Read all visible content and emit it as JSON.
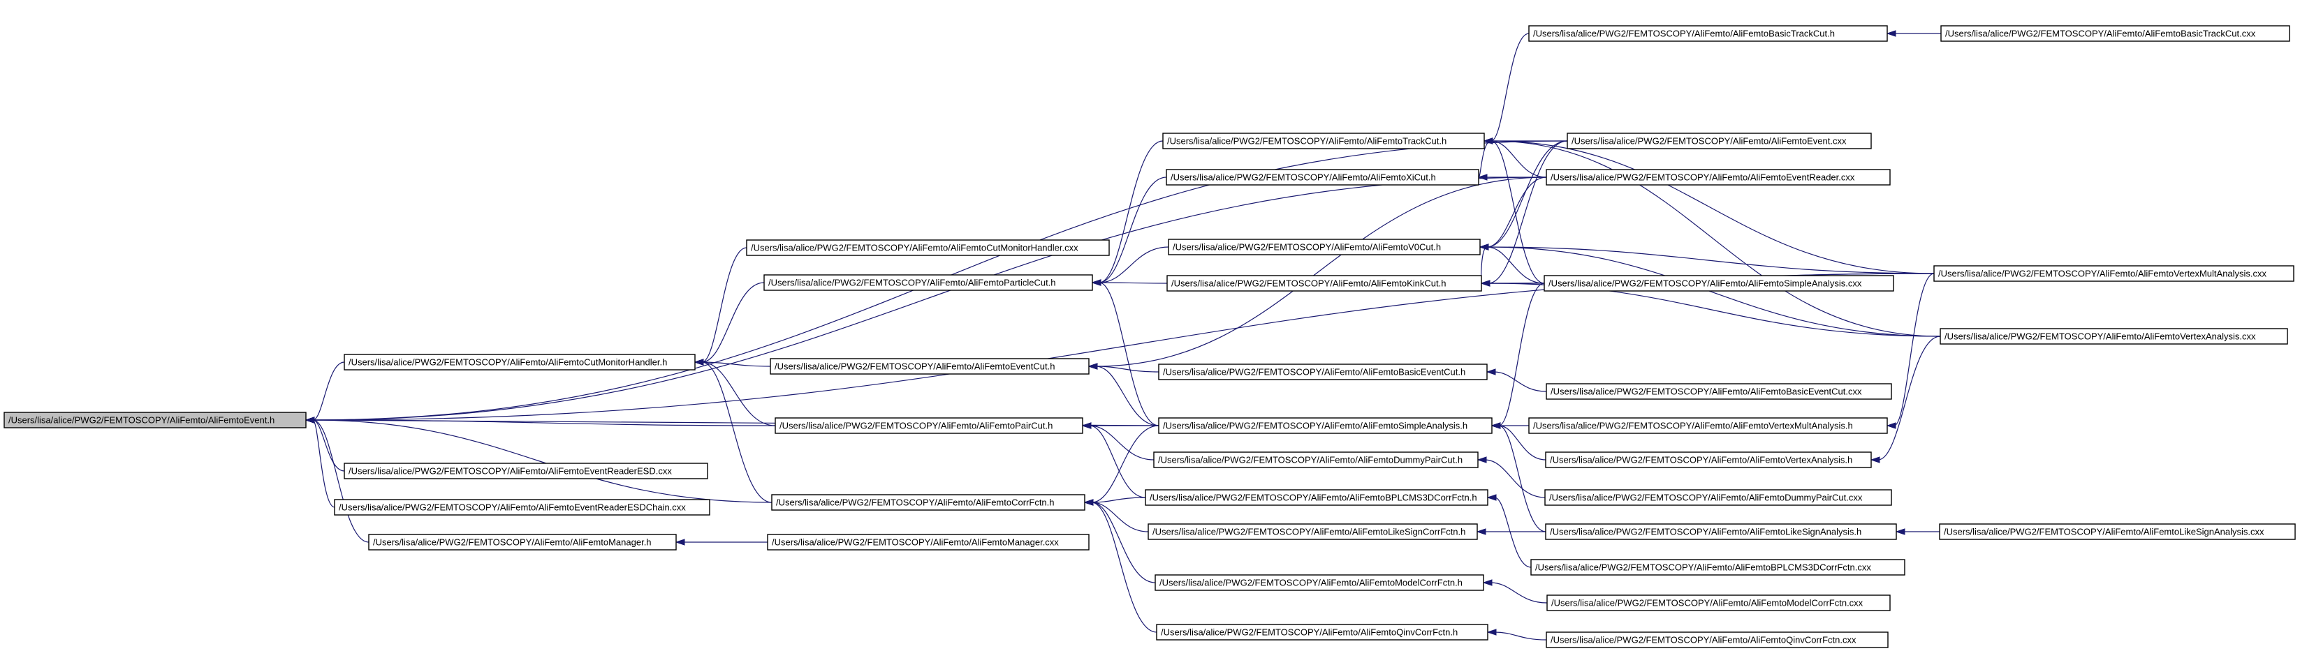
{
  "graph": {
    "nodes": [
      {
        "id": "n0",
        "label": "/Users/lisa/alice/PWG2/FEMTOSCOPY/AliFemto/AliFemtoEvent.h",
        "root": true
      },
      {
        "id": "n1",
        "label": "/Users/lisa/alice/PWG2/FEMTOSCOPY/AliFemto/AliFemtoCutMonitorHandler.h"
      },
      {
        "id": "n2",
        "label": "/Users/lisa/alice/PWG2/FEMTOSCOPY/AliFemto/AliFemtoEventReaderESD.cxx"
      },
      {
        "id": "n3",
        "label": "/Users/lisa/alice/PWG2/FEMTOSCOPY/AliFemto/AliFemtoEventReaderESDChain.cxx"
      },
      {
        "id": "n4",
        "label": "/Users/lisa/alice/PWG2/FEMTOSCOPY/AliFemto/AliFemtoManager.h"
      },
      {
        "id": "n5",
        "label": "/Users/lisa/alice/PWG2/FEMTOSCOPY/AliFemto/AliFemtoCutMonitorHandler.cxx"
      },
      {
        "id": "n6",
        "label": "/Users/lisa/alice/PWG2/FEMTOSCOPY/AliFemto/AliFemtoParticleCut.h"
      },
      {
        "id": "n7",
        "label": "/Users/lisa/alice/PWG2/FEMTOSCOPY/AliFemto/AliFemtoEventCut.h"
      },
      {
        "id": "n8",
        "label": "/Users/lisa/alice/PWG2/FEMTOSCOPY/AliFemto/AliFemtoPairCut.h"
      },
      {
        "id": "n9",
        "label": "/Users/lisa/alice/PWG2/FEMTOSCOPY/AliFemto/AliFemtoCorrFctn.h"
      },
      {
        "id": "n10",
        "label": "/Users/lisa/alice/PWG2/FEMTOSCOPY/AliFemto/AliFemtoManager.cxx"
      },
      {
        "id": "n11",
        "label": "/Users/lisa/alice/PWG2/FEMTOSCOPY/AliFemto/AliFemtoTrackCut.h"
      },
      {
        "id": "n12",
        "label": "/Users/lisa/alice/PWG2/FEMTOSCOPY/AliFemto/AliFemtoXiCut.h"
      },
      {
        "id": "n13",
        "label": "/Users/lisa/alice/PWG2/FEMTOSCOPY/AliFemto/AliFemtoV0Cut.h"
      },
      {
        "id": "n14",
        "label": "/Users/lisa/alice/PWG2/FEMTOSCOPY/AliFemto/AliFemtoKinkCut.h"
      },
      {
        "id": "n15",
        "label": "/Users/lisa/alice/PWG2/FEMTOSCOPY/AliFemto/AliFemtoBasicEventCut.h"
      },
      {
        "id": "n16",
        "label": "/Users/lisa/alice/PWG2/FEMTOSCOPY/AliFemto/AliFemtoSimpleAnalysis.h"
      },
      {
        "id": "n17",
        "label": "/Users/lisa/alice/PWG2/FEMTOSCOPY/AliFemto/AliFemtoDummyPairCut.h"
      },
      {
        "id": "n18",
        "label": "/Users/lisa/alice/PWG2/FEMTOSCOPY/AliFemto/AliFemtoBPLCMS3DCorrFctn.h"
      },
      {
        "id": "n19",
        "label": "/Users/lisa/alice/PWG2/FEMTOSCOPY/AliFemto/AliFemtoLikeSignCorrFctn.h"
      },
      {
        "id": "n20",
        "label": "/Users/lisa/alice/PWG2/FEMTOSCOPY/AliFemto/AliFemtoModelCorrFctn.h"
      },
      {
        "id": "n21",
        "label": "/Users/lisa/alice/PWG2/FEMTOSCOPY/AliFemto/AliFemtoQinvCorrFctn.h"
      },
      {
        "id": "n22",
        "label": "/Users/lisa/alice/PWG2/FEMTOSCOPY/AliFemto/AliFemtoBasicTrackCut.h"
      },
      {
        "id": "n23",
        "label": "/Users/lisa/alice/PWG2/FEMTOSCOPY/AliFemto/AliFemtoEvent.cxx"
      },
      {
        "id": "n24",
        "label": "/Users/lisa/alice/PWG2/FEMTOSCOPY/AliFemto/AliFemtoEventReader.cxx"
      },
      {
        "id": "n25",
        "label": "/Users/lisa/alice/PWG2/FEMTOSCOPY/AliFemto/AliFemtoSimpleAnalysis.cxx"
      },
      {
        "id": "n26",
        "label": "/Users/lisa/alice/PWG2/FEMTOSCOPY/AliFemto/AliFemtoBasicEventCut.cxx"
      },
      {
        "id": "n27",
        "label": "/Users/lisa/alice/PWG2/FEMTOSCOPY/AliFemto/AliFemtoVertexMultAnalysis.h"
      },
      {
        "id": "n28",
        "label": "/Users/lisa/alice/PWG2/FEMTOSCOPY/AliFemto/AliFemtoVertexAnalysis.h"
      },
      {
        "id": "n29",
        "label": "/Users/lisa/alice/PWG2/FEMTOSCOPY/AliFemto/AliFemtoDummyPairCut.cxx"
      },
      {
        "id": "n30",
        "label": "/Users/lisa/alice/PWG2/FEMTOSCOPY/AliFemto/AliFemtoLikeSignAnalysis.h"
      },
      {
        "id": "n31",
        "label": "/Users/lisa/alice/PWG2/FEMTOSCOPY/AliFemto/AliFemtoBPLCMS3DCorrFctn.cxx"
      },
      {
        "id": "n32",
        "label": "/Users/lisa/alice/PWG2/FEMTOSCOPY/AliFemto/AliFemtoModelCorrFctn.cxx"
      },
      {
        "id": "n33",
        "label": "/Users/lisa/alice/PWG2/FEMTOSCOPY/AliFemto/AliFemtoQinvCorrFctn.cxx"
      },
      {
        "id": "n34",
        "label": "/Users/lisa/alice/PWG2/FEMTOSCOPY/AliFemto/AliFemtoBasicTrackCut.cxx"
      },
      {
        "id": "n35",
        "label": "/Users/lisa/alice/PWG2/FEMTOSCOPY/AliFemto/AliFemtoVertexMultAnalysis.cxx"
      },
      {
        "id": "n36",
        "label": "/Users/lisa/alice/PWG2/FEMTOSCOPY/AliFemto/AliFemtoVertexAnalysis.cxx"
      },
      {
        "id": "n37",
        "label": "/Users/lisa/alice/PWG2/FEMTOSCOPY/AliFemto/AliFemtoLikeSignAnalysis.cxx"
      }
    ],
    "edges": [
      [
        "n0",
        "n1"
      ],
      [
        "n0",
        "n2"
      ],
      [
        "n0",
        "n3"
      ],
      [
        "n0",
        "n4"
      ],
      [
        "n0",
        "n8"
      ],
      [
        "n0",
        "n9"
      ],
      [
        "n0",
        "n23"
      ],
      [
        "n0",
        "n24"
      ],
      [
        "n0",
        "n16"
      ],
      [
        "n0",
        "n35"
      ],
      [
        "n1",
        "n5"
      ],
      [
        "n1",
        "n6"
      ],
      [
        "n1",
        "n7"
      ],
      [
        "n1",
        "n8"
      ],
      [
        "n1",
        "n9"
      ],
      [
        "n4",
        "n10"
      ],
      [
        "n6",
        "n11"
      ],
      [
        "n6",
        "n12"
      ],
      [
        "n6",
        "n13"
      ],
      [
        "n6",
        "n14"
      ],
      [
        "n6",
        "n16"
      ],
      [
        "n7",
        "n15"
      ],
      [
        "n7",
        "n16"
      ],
      [
        "n7",
        "n24"
      ],
      [
        "n8",
        "n16"
      ],
      [
        "n8",
        "n17"
      ],
      [
        "n8",
        "n18"
      ],
      [
        "n9",
        "n16"
      ],
      [
        "n9",
        "n18"
      ],
      [
        "n9",
        "n19"
      ],
      [
        "n9",
        "n20"
      ],
      [
        "n9",
        "n21"
      ],
      [
        "n11",
        "n22"
      ],
      [
        "n11",
        "n12"
      ],
      [
        "n11",
        "n23"
      ],
      [
        "n11",
        "n24"
      ],
      [
        "n11",
        "n25"
      ],
      [
        "n11",
        "n35"
      ],
      [
        "n11",
        "n36"
      ],
      [
        "n12",
        "n24"
      ],
      [
        "n13",
        "n14"
      ],
      [
        "n13",
        "n23"
      ],
      [
        "n13",
        "n24"
      ],
      [
        "n13",
        "n25"
      ],
      [
        "n13",
        "n35"
      ],
      [
        "n13",
        "n36"
      ],
      [
        "n14",
        "n23"
      ],
      [
        "n14",
        "n25"
      ],
      [
        "n14",
        "n35"
      ],
      [
        "n14",
        "n36"
      ],
      [
        "n15",
        "n26"
      ],
      [
        "n16",
        "n25"
      ],
      [
        "n16",
        "n27"
      ],
      [
        "n16",
        "n28"
      ],
      [
        "n16",
        "n30"
      ],
      [
        "n17",
        "n29"
      ],
      [
        "n18",
        "n31"
      ],
      [
        "n19",
        "n30"
      ],
      [
        "n20",
        "n32"
      ],
      [
        "n21",
        "n33"
      ],
      [
        "n22",
        "n34"
      ],
      [
        "n27",
        "n35"
      ],
      [
        "n28",
        "n36"
      ],
      [
        "n30",
        "n37"
      ]
    ]
  }
}
